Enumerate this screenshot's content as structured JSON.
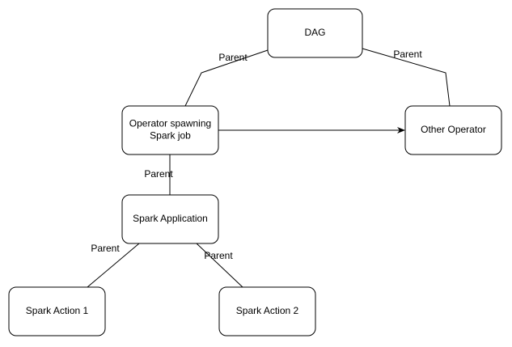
{
  "colors": {
    "stroke": "#000000",
    "fill": "#ffffff",
    "text": "#000000"
  },
  "nodes": [
    {
      "id": "dag",
      "lines": [
        "DAG"
      ]
    },
    {
      "id": "operator-spark",
      "lines": [
        "Operator spawning",
        "Spark job"
      ]
    },
    {
      "id": "other-operator",
      "lines": [
        "Other Operator"
      ]
    },
    {
      "id": "spark-application",
      "lines": [
        "Spark Application"
      ]
    },
    {
      "id": "spark-action-1",
      "lines": [
        "Spark Action 1"
      ]
    },
    {
      "id": "spark-action-2",
      "lines": [
        "Spark Action 2"
      ]
    }
  ],
  "edges": [
    {
      "from": "dag",
      "to": "operator-spark",
      "label": "Parent",
      "arrow": false
    },
    {
      "from": "dag",
      "to": "other-operator",
      "label": "Parent",
      "arrow": false
    },
    {
      "from": "operator-spark",
      "to": "other-operator",
      "label": "",
      "arrow": true
    },
    {
      "from": "operator-spark",
      "to": "spark-application",
      "label": "Parent",
      "arrow": false
    },
    {
      "from": "spark-application",
      "to": "spark-action-1",
      "label": "Parent",
      "arrow": false
    },
    {
      "from": "spark-application",
      "to": "spark-action-2",
      "label": "Parent",
      "arrow": false
    }
  ]
}
